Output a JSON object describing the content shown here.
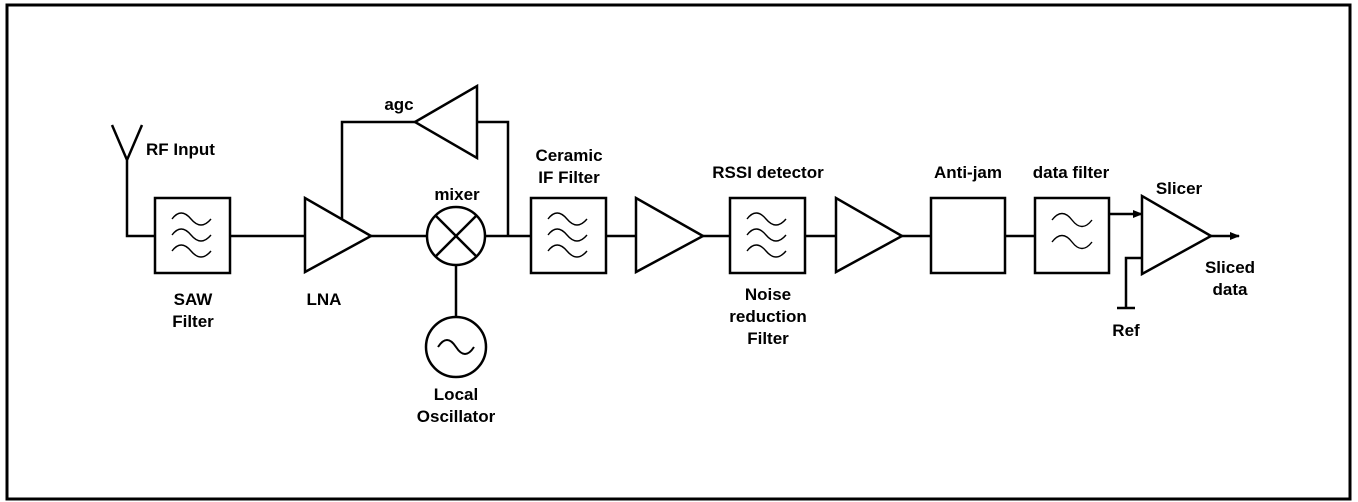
{
  "diagram": {
    "labels": {
      "rf_input": "RF Input",
      "saw_filter_1": "SAW",
      "saw_filter_2": "Filter",
      "lna": "LNA",
      "agc": "agc",
      "mixer": "mixer",
      "local_osc_1": "Local",
      "local_osc_2": "Oscillator",
      "ceramic_1": "Ceramic",
      "ceramic_2": "IF Filter",
      "rssi": "RSSI detector",
      "noise_1": "Noise",
      "noise_2": "reduction",
      "noise_3": "Filter",
      "antijam": "Anti-jam",
      "datafilter": "data filter",
      "slicer": "Slicer",
      "sliced_1": "Sliced",
      "sliced_2": "data",
      "ref": "Ref"
    }
  }
}
